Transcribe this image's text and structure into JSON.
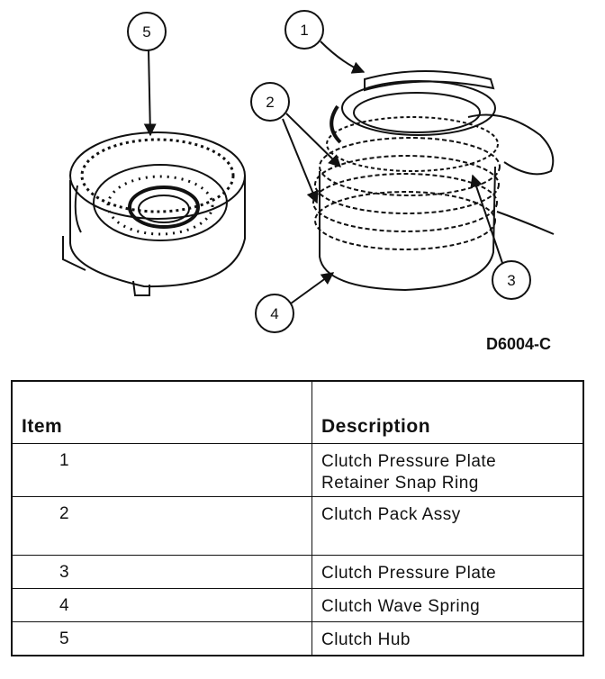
{
  "figure": {
    "id_label": "D6004-C",
    "callouts": [
      "1",
      "2",
      "3",
      "4",
      "5"
    ]
  },
  "table": {
    "headers": {
      "item": "Item",
      "description": "Description"
    },
    "rows": [
      {
        "item": "1",
        "description_lines": [
          "Clutch Pressure Plate",
          "Retainer Snap Ring"
        ]
      },
      {
        "item": "2",
        "description_lines": [
          "Clutch Pack Assy"
        ]
      },
      {
        "item": "3",
        "description_lines": [
          "Clutch Pressure Plate"
        ]
      },
      {
        "item": "4",
        "description_lines": [
          "Clutch Wave Spring"
        ]
      },
      {
        "item": "5",
        "description_lines": [
          "Clutch Hub"
        ]
      }
    ]
  }
}
